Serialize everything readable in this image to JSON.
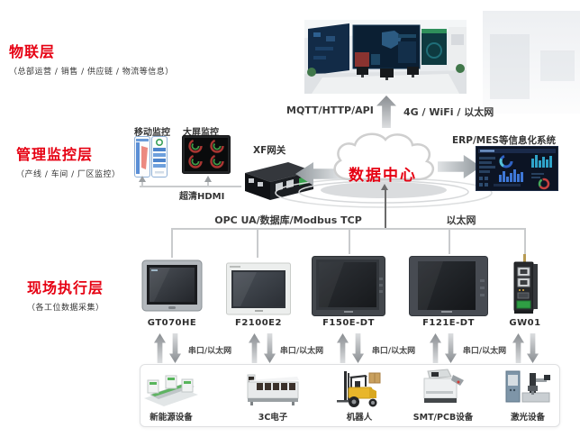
{
  "layers": {
    "iot": {
      "title": "物联层",
      "subtitle": "（总部运营 / 销售 / 供应链 / 物流等信息）"
    },
    "management": {
      "title": "管理监控层",
      "subtitle": "（产线 / 车间 / 厂区监控）"
    },
    "field": {
      "title": "现场执行层",
      "subtitle": "（各工位数据采集）"
    }
  },
  "iot_section": {
    "left_protocol": "MQTT/HTTP/API",
    "right_protocol": "4G / WiFi / 以太网"
  },
  "management_section": {
    "mobile_monitor": "移动监控",
    "screen_monitor": "大屏监控",
    "gateway": "XF网关",
    "hdmi": "超清HDMI",
    "data_center": "数据中心",
    "erp": "ERP/MES等信息化系统"
  },
  "bus": {
    "protocol_left": "OPC UA/数据库/Modbus TCP",
    "protocol_right": "以太网"
  },
  "devices": [
    {
      "label": "GT070HE"
    },
    {
      "label": "F2100E2"
    },
    {
      "label": "F150E-DT"
    },
    {
      "label": "F121E-DT"
    },
    {
      "label": "GW01"
    }
  ],
  "serial_links": [
    {
      "label": "串口/以太网"
    },
    {
      "label": "串口/以太网"
    },
    {
      "label": "串口/以太网"
    },
    {
      "label": "串口/以太网"
    }
  ],
  "equipment": [
    {
      "label": "新能源设备"
    },
    {
      "label": "3C电子"
    },
    {
      "label": "机器人"
    },
    {
      "label": "SMT/PCB设备"
    },
    {
      "label": "激光设备"
    }
  ],
  "colors": {
    "accent_red": "#e60012",
    "text_dark": "#333333",
    "line_gray": "#c9cbcd",
    "arrow_gray": "#8f9397",
    "cloud_stroke": "#cfcfcf",
    "equipment_box_border": "#dfe0e2"
  }
}
